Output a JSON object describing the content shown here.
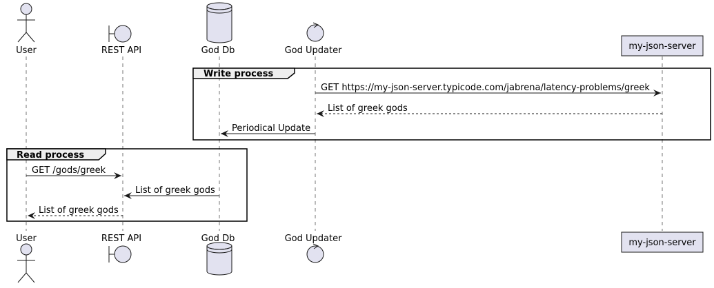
{
  "colors": {
    "participant_fill": "#E2E2F0",
    "participant_stroke": "#181818",
    "lifeline": "#181818",
    "arrow": "#181818",
    "group_header_fill": "#EEEEEE"
  },
  "participants": [
    {
      "id": "user",
      "label": "User",
      "shape": "actor"
    },
    {
      "id": "rest",
      "label": "REST API",
      "shape": "boundary"
    },
    {
      "id": "db",
      "label": "God Db",
      "shape": "database"
    },
    {
      "id": "updater",
      "label": "God Updater",
      "shape": "control"
    },
    {
      "id": "server",
      "label": "my-json-server",
      "shape": "participant"
    }
  ],
  "groups": [
    {
      "id": "write",
      "label": "Write process"
    },
    {
      "id": "read",
      "label": "Read process"
    }
  ],
  "messages": [
    {
      "from": "updater",
      "to": "server",
      "label": "GET https://my-json-server.typicode.com/jabrena/latency-problems/greek",
      "style": "solid"
    },
    {
      "from": "server",
      "to": "updater",
      "label": "List of greek gods",
      "style": "dashed"
    },
    {
      "from": "updater",
      "to": "db",
      "label": "Periodical Update",
      "style": "solid"
    },
    {
      "from": "user",
      "to": "rest",
      "label": "GET /gods/greek",
      "style": "solid"
    },
    {
      "from": "db",
      "to": "rest",
      "label": "List of greek gods",
      "style": "solid"
    },
    {
      "from": "rest",
      "to": "user",
      "label": "List of greek gods",
      "style": "dashed"
    }
  ]
}
